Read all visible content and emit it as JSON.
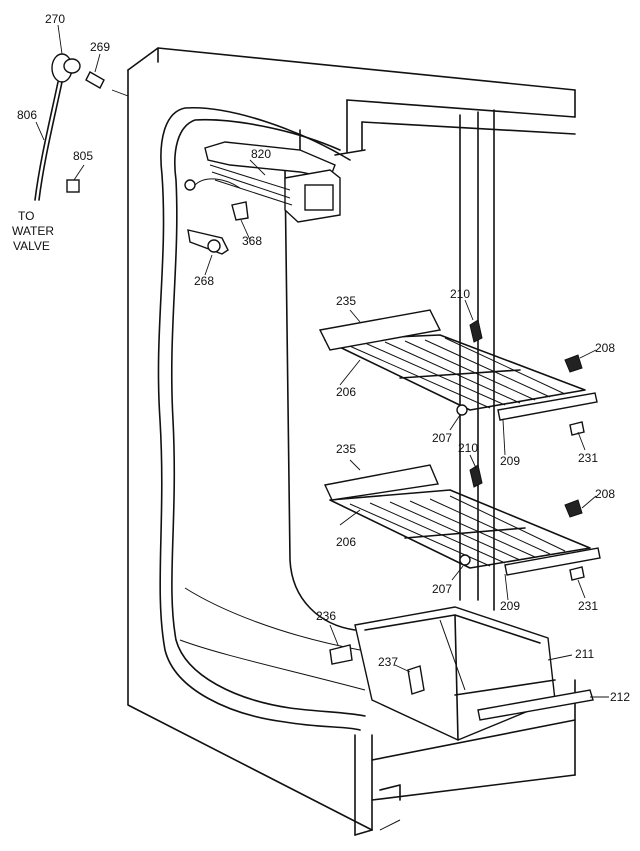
{
  "callouts": {
    "c270": "270",
    "c269": "269",
    "c806": "806",
    "c805": "805",
    "c820": "820",
    "c368": "368",
    "c268": "268",
    "c235a": "235",
    "c210a": "210",
    "c208a": "208",
    "c206a": "206",
    "c207a": "207",
    "c209a": "209",
    "c231a": "231",
    "c235b": "235",
    "c210b": "210",
    "c208b": "208",
    "c206b": "206",
    "c207b": "207",
    "c209b": "209",
    "c231b": "231",
    "c236": "236",
    "c237": "237",
    "c211": "211",
    "c212": "212"
  },
  "water_note": {
    "line1": "TO",
    "line2": "WATER",
    "line3": "VALVE"
  }
}
